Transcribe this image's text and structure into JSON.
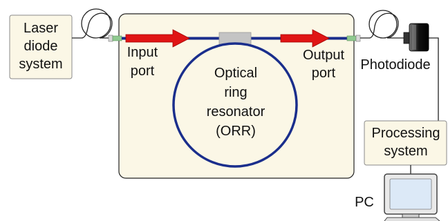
{
  "labels": {
    "laser_line1": "Laser",
    "laser_line2": "diode",
    "laser_line3": "system",
    "input_line1": "Input",
    "input_line2": "port",
    "orr_line1": "Optical",
    "orr_line2": "ring",
    "orr_line3": "resonator",
    "orr_line4": "(ORR)",
    "output_line1": "Output",
    "output_line2": "port",
    "photodiode": "Photodiode",
    "processing_line1": "Processing",
    "processing_line2": "system",
    "pc": "PC"
  },
  "colors": {
    "box_fill": "#fbf7e6",
    "chip_fill": "#fbf7e6",
    "waveguide": "#1a2e8c",
    "arrow": "#e01515",
    "coupler": "#c4c4c4",
    "connector": "#8fc98f",
    "monitor_screen": "#dce9f7"
  }
}
